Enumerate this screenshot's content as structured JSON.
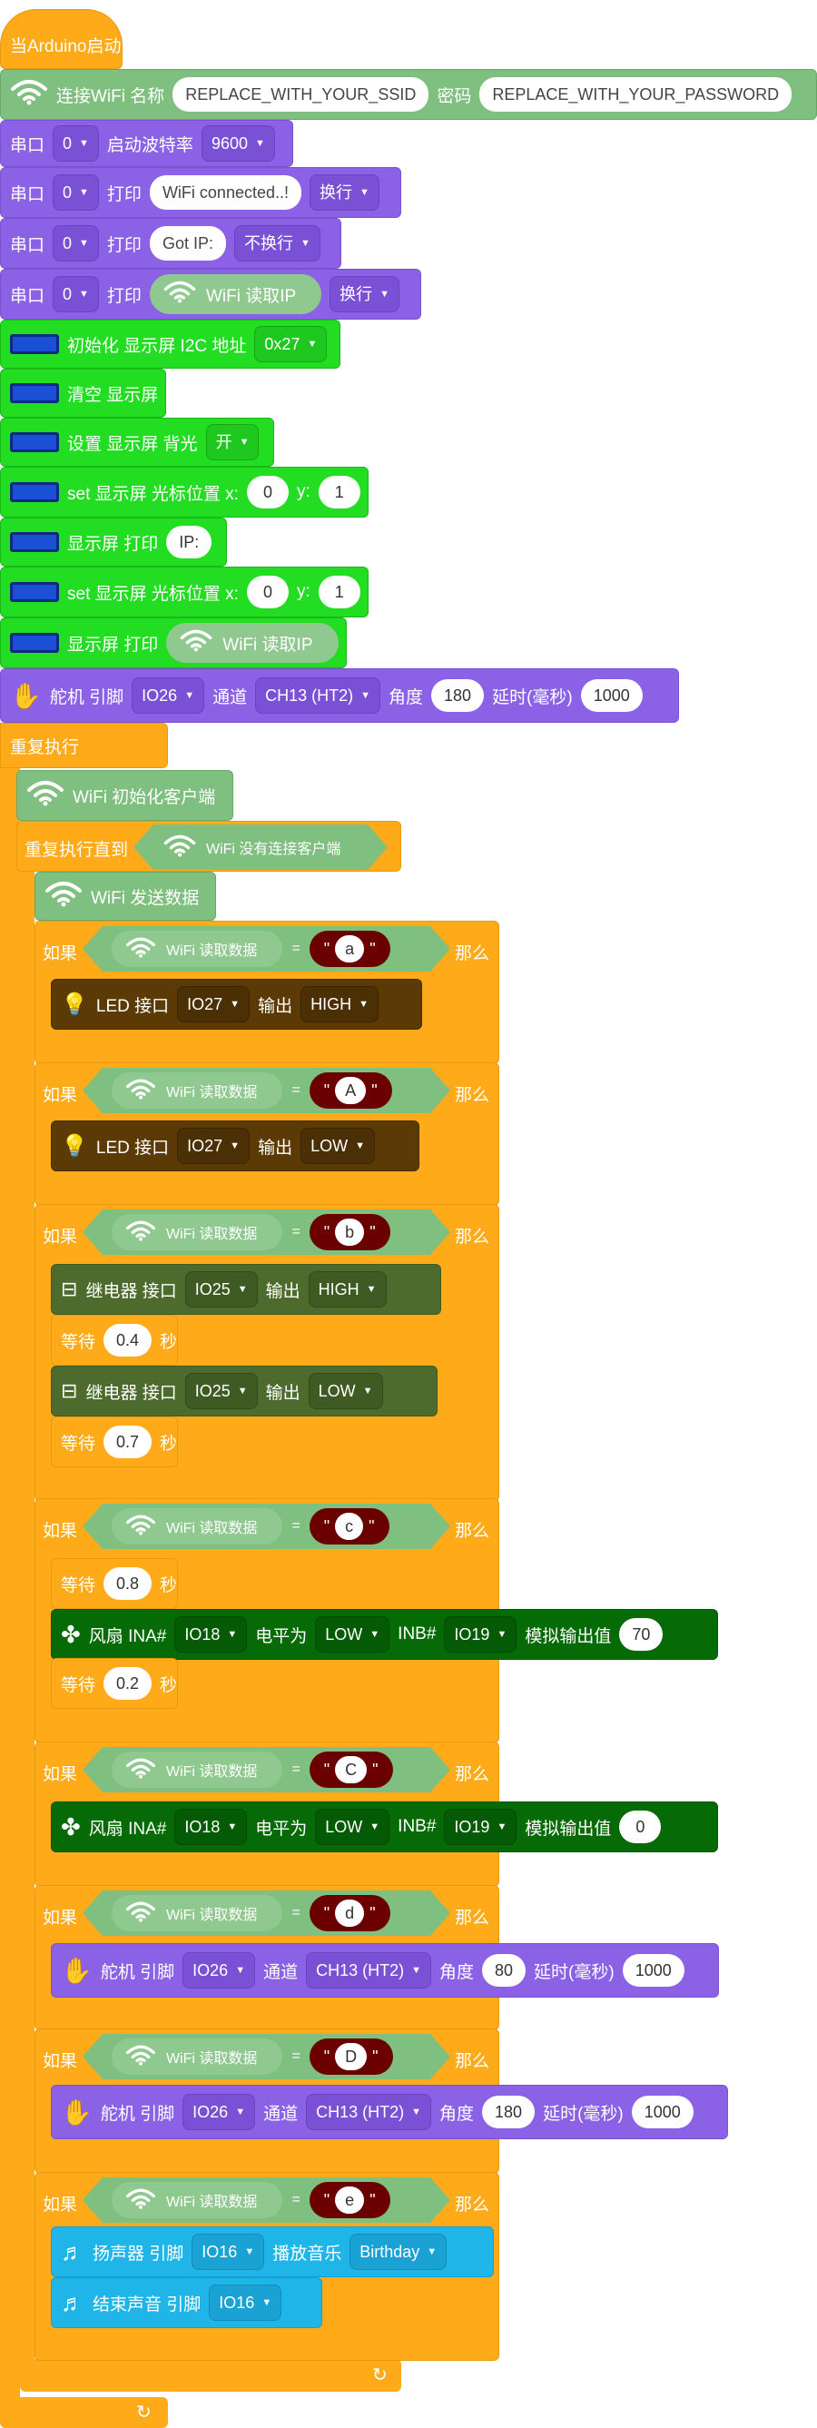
{
  "hat": {
    "label": "当Arduino启动"
  },
  "wifi_connect": {
    "label_a": "连接WiFi 名称",
    "ssid": "REPLACE_WITH_YOUR_SSID",
    "label_b": "密码",
    "password": "REPLACE_WITH_YOUR_PASSWORD"
  },
  "serial": {
    "port_label": "串口",
    "port": "0",
    "baud_label": "启动波特率",
    "baud": "9600",
    "print_label": "打印",
    "print1_text": "WiFi connected..!",
    "newline": "换行",
    "print2_text": "Got IP:",
    "no_newline": "不换行",
    "wifi_read_ip": "WiFi 读取IP"
  },
  "lcd": {
    "init_label": "初始化 显示屏 I2C 地址",
    "addr": "0x27",
    "clear_label": "清空 显示屏",
    "backlight_label": "设置 显示屏 背光",
    "backlight": "开",
    "cursor_label": "set 显示屏 光标位置 x:",
    "y_label": "y:",
    "cursor1_x": "0",
    "cursor1_y": "1",
    "print_label": "显示屏 打印",
    "print1_text": "IP:",
    "cursor2_x": "0",
    "cursor2_y": "1",
    "wifi_read_ip": "WiFi 读取IP"
  },
  "servo": {
    "label": "舵机 引脚",
    "channel_label": "通道",
    "angle_label": "角度",
    "delay_label": "延时(毫秒)",
    "pin": "IO26",
    "channel": "CH13 (HT2)",
    "init_angle": "180",
    "init_delay": "1000",
    "d_angle": "80",
    "d_delay": "1000",
    "D_angle": "180",
    "D_delay": "1000"
  },
  "loop": {
    "forever": "重复执行",
    "repeat_until": "重复执行直到"
  },
  "wifi_client": {
    "init": "WiFi 初始化客户端",
    "not_connected": "WiFi 没有连接客户端",
    "send": "WiFi 发送数据",
    "read": "WiFi 读取数据"
  },
  "cond": {
    "if": "如果",
    "then": "那么",
    "eq": "="
  },
  "cases": [
    "a",
    "A",
    "b",
    "c",
    "C",
    "d",
    "D",
    "e"
  ],
  "led": {
    "label": "LED 接口",
    "pin": "IO27",
    "out_label": "输出",
    "high": "HIGH",
    "low": "LOW"
  },
  "relay": {
    "label": "继电器 接口",
    "pin": "IO25",
    "out_label": "输出",
    "high": "HIGH",
    "low": "LOW"
  },
  "wait": {
    "label": "等待",
    "unit": "秒",
    "v1": "0.4",
    "v2": "0.7",
    "v3": "0.8",
    "v4": "0.2"
  },
  "fan": {
    "label": "风扇 INA#",
    "ina": "IO18",
    "level_label": "电平为",
    "level": "LOW",
    "inb_label": "INB#",
    "inb": "IO19",
    "analog_label": "模拟输出值",
    "v1": "70",
    "v2": "0"
  },
  "buzzer": {
    "label": "扬声器 引脚",
    "pin": "IO16",
    "play_label": "播放音乐",
    "song": "Birthday",
    "stop_label": "结束声音 引脚"
  },
  "colors": {
    "orange": "#ffab19",
    "purple": "#8b62e6",
    "green": "#22dd22",
    "wifi": "#7fbf7f",
    "brown": "#5c3a06",
    "olive": "#4d6b2c",
    "dark_green": "#066b06",
    "blue": "#1fb5e8",
    "string": "#6b0000"
  },
  "icons": [
    "wifi-icon",
    "lcd-icon",
    "servo-hand-icon",
    "led-icon",
    "relay-icon",
    "fan-icon",
    "music-note-icon",
    "loop-arrow-icon"
  ]
}
